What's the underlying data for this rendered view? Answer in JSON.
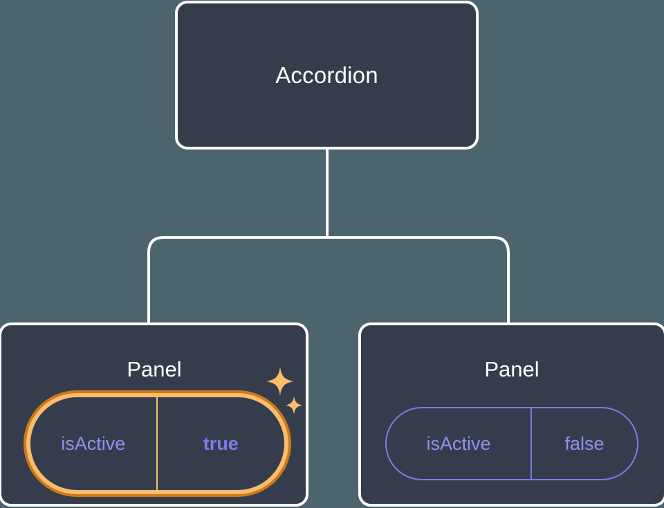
{
  "diagram": {
    "type": "component-tree",
    "background_color": "#4c646d",
    "connector_color": "#ffffff",
    "node_fill_color": "#353d4c",
    "node_border_color": "#ffffff",
    "highlight_color": "#f8bd6d",
    "highlight_glow_color": "#cc7a1a",
    "prop_text_color": "#8f90ef",
    "prop_value_active_color": "#7b7ceb",
    "root": {
      "title": "Accordion"
    },
    "children": [
      {
        "title": "Panel",
        "highlighted": true,
        "prop": {
          "key": "isActive",
          "value": "true"
        },
        "sparkle_icon": "sparkles-icon"
      },
      {
        "title": "Panel",
        "highlighted": false,
        "prop": {
          "key": "isActive",
          "value": "false"
        }
      }
    ]
  }
}
